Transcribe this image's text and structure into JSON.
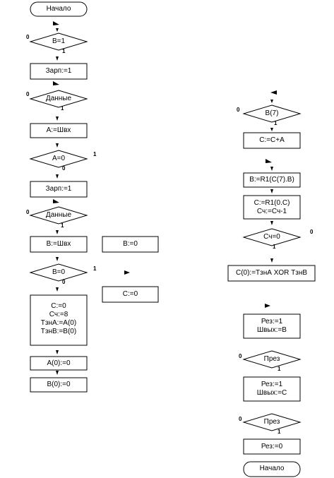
{
  "left": {
    "start": "Начало",
    "cond_b1": "B=1",
    "zarp1": "Зарп:=1",
    "cond_data1": "Данные",
    "a_shv": "A:=Швх",
    "cond_a0": "A=0",
    "zarp2": "Зарп:=1",
    "cond_data2": "Данные",
    "b_shv": "B:=Швх",
    "b0_box": "B:=0",
    "cond_b0": "B=0",
    "c0_box": "C:=0",
    "init": [
      "C:=0",
      "Сч:=8",
      "ТзнА:=A(0)",
      "ТзнВ:=B(0)"
    ],
    "a0_0": "A(0):=0",
    "b0_0": "B(0):=0"
  },
  "right": {
    "cond_b7": "B(7)",
    "c_ca": "C:=C+A",
    "b_r1": "B:=R1(C(7).B)",
    "c_r1": [
      "C:=R1(0.C)",
      "Сч:=Сч-1"
    ],
    "cond_sch0": "Сч=0",
    "c0_xor": "C(0):=ТзнА XOR ТзнВ",
    "rez_b": [
      "Рез:=1",
      "Швых:=B"
    ],
    "cond_prez1": "През",
    "rez_c": [
      "Рез:=1",
      "Швых:=C"
    ],
    "cond_prez2": "През",
    "rez0": "Рез:=0",
    "end": "Начало"
  },
  "flags": {
    "zero": "0",
    "one": "1"
  }
}
